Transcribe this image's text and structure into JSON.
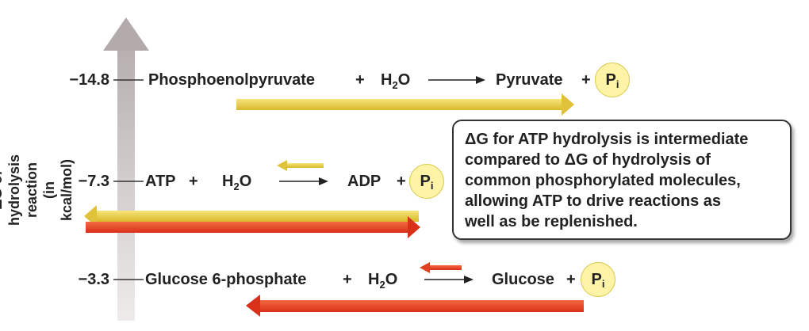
{
  "axis": {
    "label_line1": "ΔG of hydrolysis reaction",
    "label_line2": "(in kcal/mol)",
    "levels": [
      "−14.8",
      "−7.3",
      "−3.3"
    ]
  },
  "reactions": [
    {
      "reactant": "Phosphoenolpyruvate",
      "plus1": "+",
      "water": "H",
      "water_sub": "2",
      "water_o": "O",
      "product": "Pyruvate",
      "plus2": "+"
    },
    {
      "reactant": "ATP",
      "plus1": "+",
      "water": "H",
      "water_sub": "2",
      "water_o": "O",
      "product": "ADP",
      "plus2": "+"
    },
    {
      "reactant": "Glucose 6-phosphate",
      "plus1": "+",
      "water": "H",
      "water_sub": "2",
      "water_o": "O",
      "product": "Glucose",
      "plus2": "+"
    }
  ],
  "phosphate": {
    "letter": "P",
    "sub": "i"
  },
  "callout": {
    "text": "ΔG for ATP hydrolysis is intermediate compared to ΔG of hydrolysis of common phosphorylated molecules, allowing ATP to drive reactions as well as be replenished.",
    "line1": "ΔG for ATP hydrolysis is intermediate",
    "line2": "compared to ΔG of hydrolysis of",
    "line3": "common phosphorylated molecules,",
    "line4": "allowing ATP to drive reactions as",
    "line5": "well as be replenished."
  },
  "colors": {
    "yellow_arrow": "#f2d64a",
    "red_arrow": "#e8421f",
    "axis_arrow": "#c9c3c3",
    "pi_fill": "#fff3a8"
  }
}
